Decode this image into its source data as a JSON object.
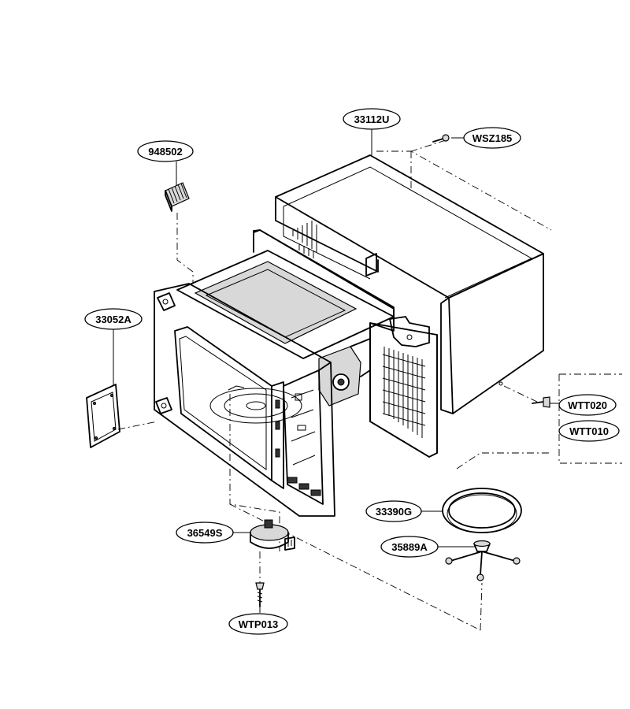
{
  "callouts": [
    {
      "id": "33112U",
      "label": "33112U"
    },
    {
      "id": "WSZ185",
      "label": "WSZ185"
    },
    {
      "id": "948502",
      "label": "948502"
    },
    {
      "id": "33052A",
      "label": "33052A"
    },
    {
      "id": "WTT020",
      "label": "WTT020"
    },
    {
      "id": "WTT010",
      "label": "WTT010"
    },
    {
      "id": "33390G",
      "label": "33390G"
    },
    {
      "id": "35889A",
      "label": "35889A"
    },
    {
      "id": "36549S",
      "label": "36549S"
    },
    {
      "id": "WTP013",
      "label": "WTP013"
    }
  ]
}
